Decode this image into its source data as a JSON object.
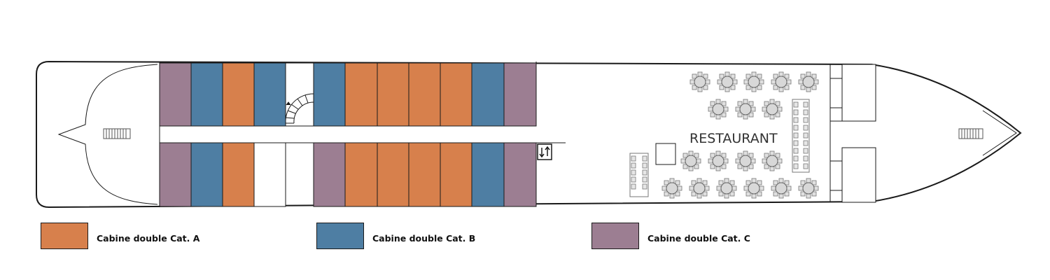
{
  "plan": {
    "room_label": "RESTAURANT"
  },
  "colors": {
    "cat_a": "#d7804c",
    "cat_b": "#4e7ea3",
    "cat_c": "#9c7e92",
    "outline": "#1a1a1a"
  },
  "icons": {
    "stairs": "spiral-staircase-icon",
    "elevator": "elevator-icon",
    "tables": "dining-table-icon"
  },
  "legend": {
    "items": [
      {
        "key": "cat_a",
        "label": "Cabine double Cat. A"
      },
      {
        "key": "cat_b",
        "label": "Cabine double Cat. B"
      },
      {
        "key": "cat_c",
        "label": "Cabine double Cat. C"
      }
    ]
  }
}
